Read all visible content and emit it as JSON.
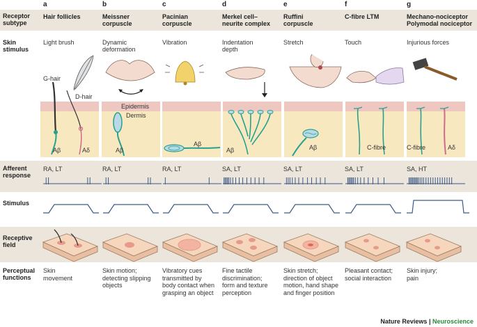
{
  "row_labels": {
    "receptor_subtype": [
      "Receptor",
      "subtype"
    ],
    "skin_stimulus": [
      "Skin",
      "stimulus"
    ],
    "afferent_response": [
      "Afferent",
      "response"
    ],
    "stimulus": "Stimulus",
    "receptive_field": [
      "Receptive",
      "field"
    ],
    "perceptual_functions": [
      "Perceptual",
      "functions"
    ]
  },
  "columns": [
    {
      "letter": "a",
      "name": [
        "Hair follicles"
      ],
      "stimulus": [
        "Light brush"
      ],
      "response": "RA, LT",
      "fibres": [
        "Aβ",
        "Aδ"
      ],
      "function": [
        "Skin",
        "movement"
      ]
    },
    {
      "letter": "b",
      "name": [
        "Meissner",
        "corpuscle"
      ],
      "stimulus": [
        "Dynamic",
        "deformation"
      ],
      "response": "RA, LT",
      "fibres": [
        "Aβ"
      ],
      "function": [
        "Skin motion;",
        "detecting slipping",
        "objects"
      ]
    },
    {
      "letter": "c",
      "name": [
        "Pacinian",
        "corpuscle"
      ],
      "stimulus": [
        "Vibration"
      ],
      "response": "RA, LT",
      "fibres": [
        "Aβ"
      ],
      "function": [
        "Vibratory cues",
        "transmitted by",
        "body contact when",
        "grasping an object"
      ]
    },
    {
      "letter": "d",
      "name": [
        "Merkel cell–",
        "neurite complex"
      ],
      "stimulus": [
        "Indentation",
        "depth"
      ],
      "response": "SA, LT",
      "fibres": [
        "Aβ"
      ],
      "function": [
        "Fine tactile",
        "discrimination;",
        "form and texture",
        "perception"
      ]
    },
    {
      "letter": "e",
      "name": [
        "Ruffini",
        "corpuscle"
      ],
      "stimulus": [
        "Stretch"
      ],
      "response": "SA, LT",
      "fibres": [
        "Aβ"
      ],
      "function": [
        "Skin stretch;",
        "direction of object",
        "motion, hand shape",
        "and finger position"
      ]
    },
    {
      "letter": "f",
      "name": [
        "C-fibre LTM"
      ],
      "stimulus": [
        "Touch"
      ],
      "response": "SA, LT",
      "fibres": [
        "C-fibre"
      ],
      "function": [
        "Pleasant contact;",
        "social interaction"
      ]
    },
    {
      "letter": "g",
      "name": [
        "Mechano-nociceptor",
        "Polymodal nociceptor"
      ],
      "stimulus": [
        "Injurious forces"
      ],
      "response": "SA, HT",
      "fibres": [
        "C-fibre",
        "Aδ"
      ],
      "function": [
        "Skin injury;",
        "pain"
      ]
    }
  ],
  "hair_labels": {
    "g_hair": "G-hair",
    "d_hair": "D-hair"
  },
  "skin_layers": {
    "epidermis": "Epidermis",
    "dermis": "Dermis"
  },
  "credit": {
    "journal": "Nature Reviews",
    "separator": " | ",
    "section": "Neuroscience"
  },
  "colors": {
    "band": "#ebe5dc",
    "epidermis": "#efc7c1",
    "dermis": "#f8e8bf",
    "nerve": "#27a18e",
    "trace": "#3c5a86",
    "field_top": "#f6d7bd",
    "spot": "#e79a8b"
  }
}
